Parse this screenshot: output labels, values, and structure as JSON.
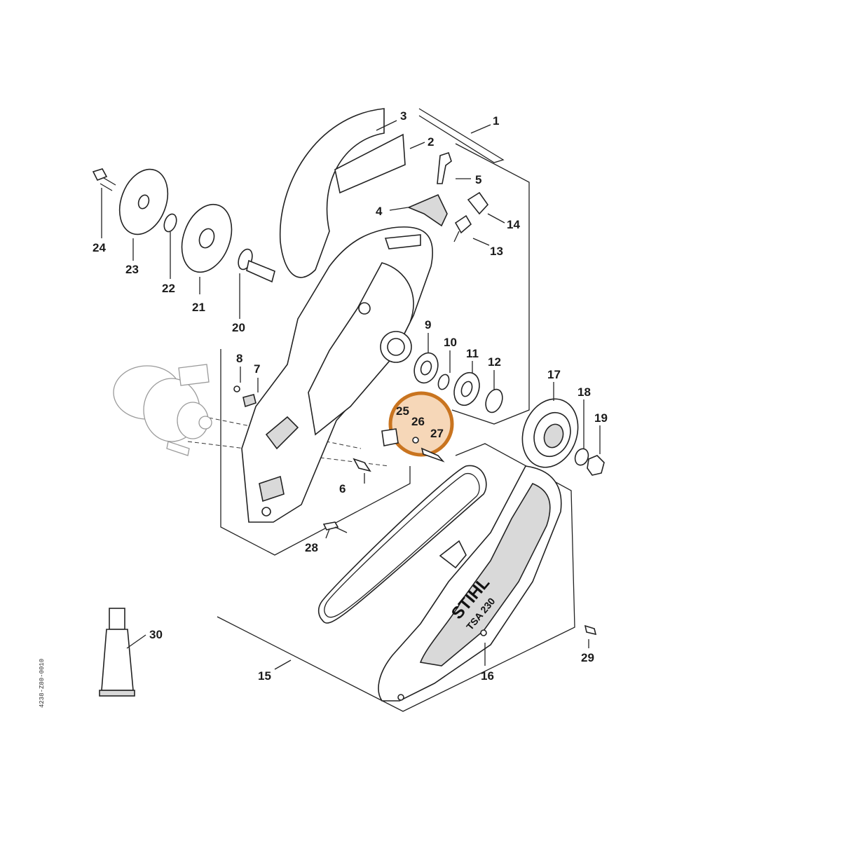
{
  "diagram": {
    "labels": [
      "1",
      "2",
      "3",
      "4",
      "5",
      "6",
      "7",
      "8",
      "9",
      "10",
      "11",
      "12",
      "13",
      "14",
      "15",
      "16",
      "17",
      "18",
      "19",
      "20",
      "21",
      "22",
      "23",
      "24",
      "25",
      "26",
      "27",
      "28",
      "29",
      "30"
    ],
    "side_code": "4238-Z80-0010",
    "brand_text": "STIHL",
    "model_text": "TSA 230",
    "highlight_color": "#c9741f",
    "highlight_fill": "#f3c9a0"
  }
}
